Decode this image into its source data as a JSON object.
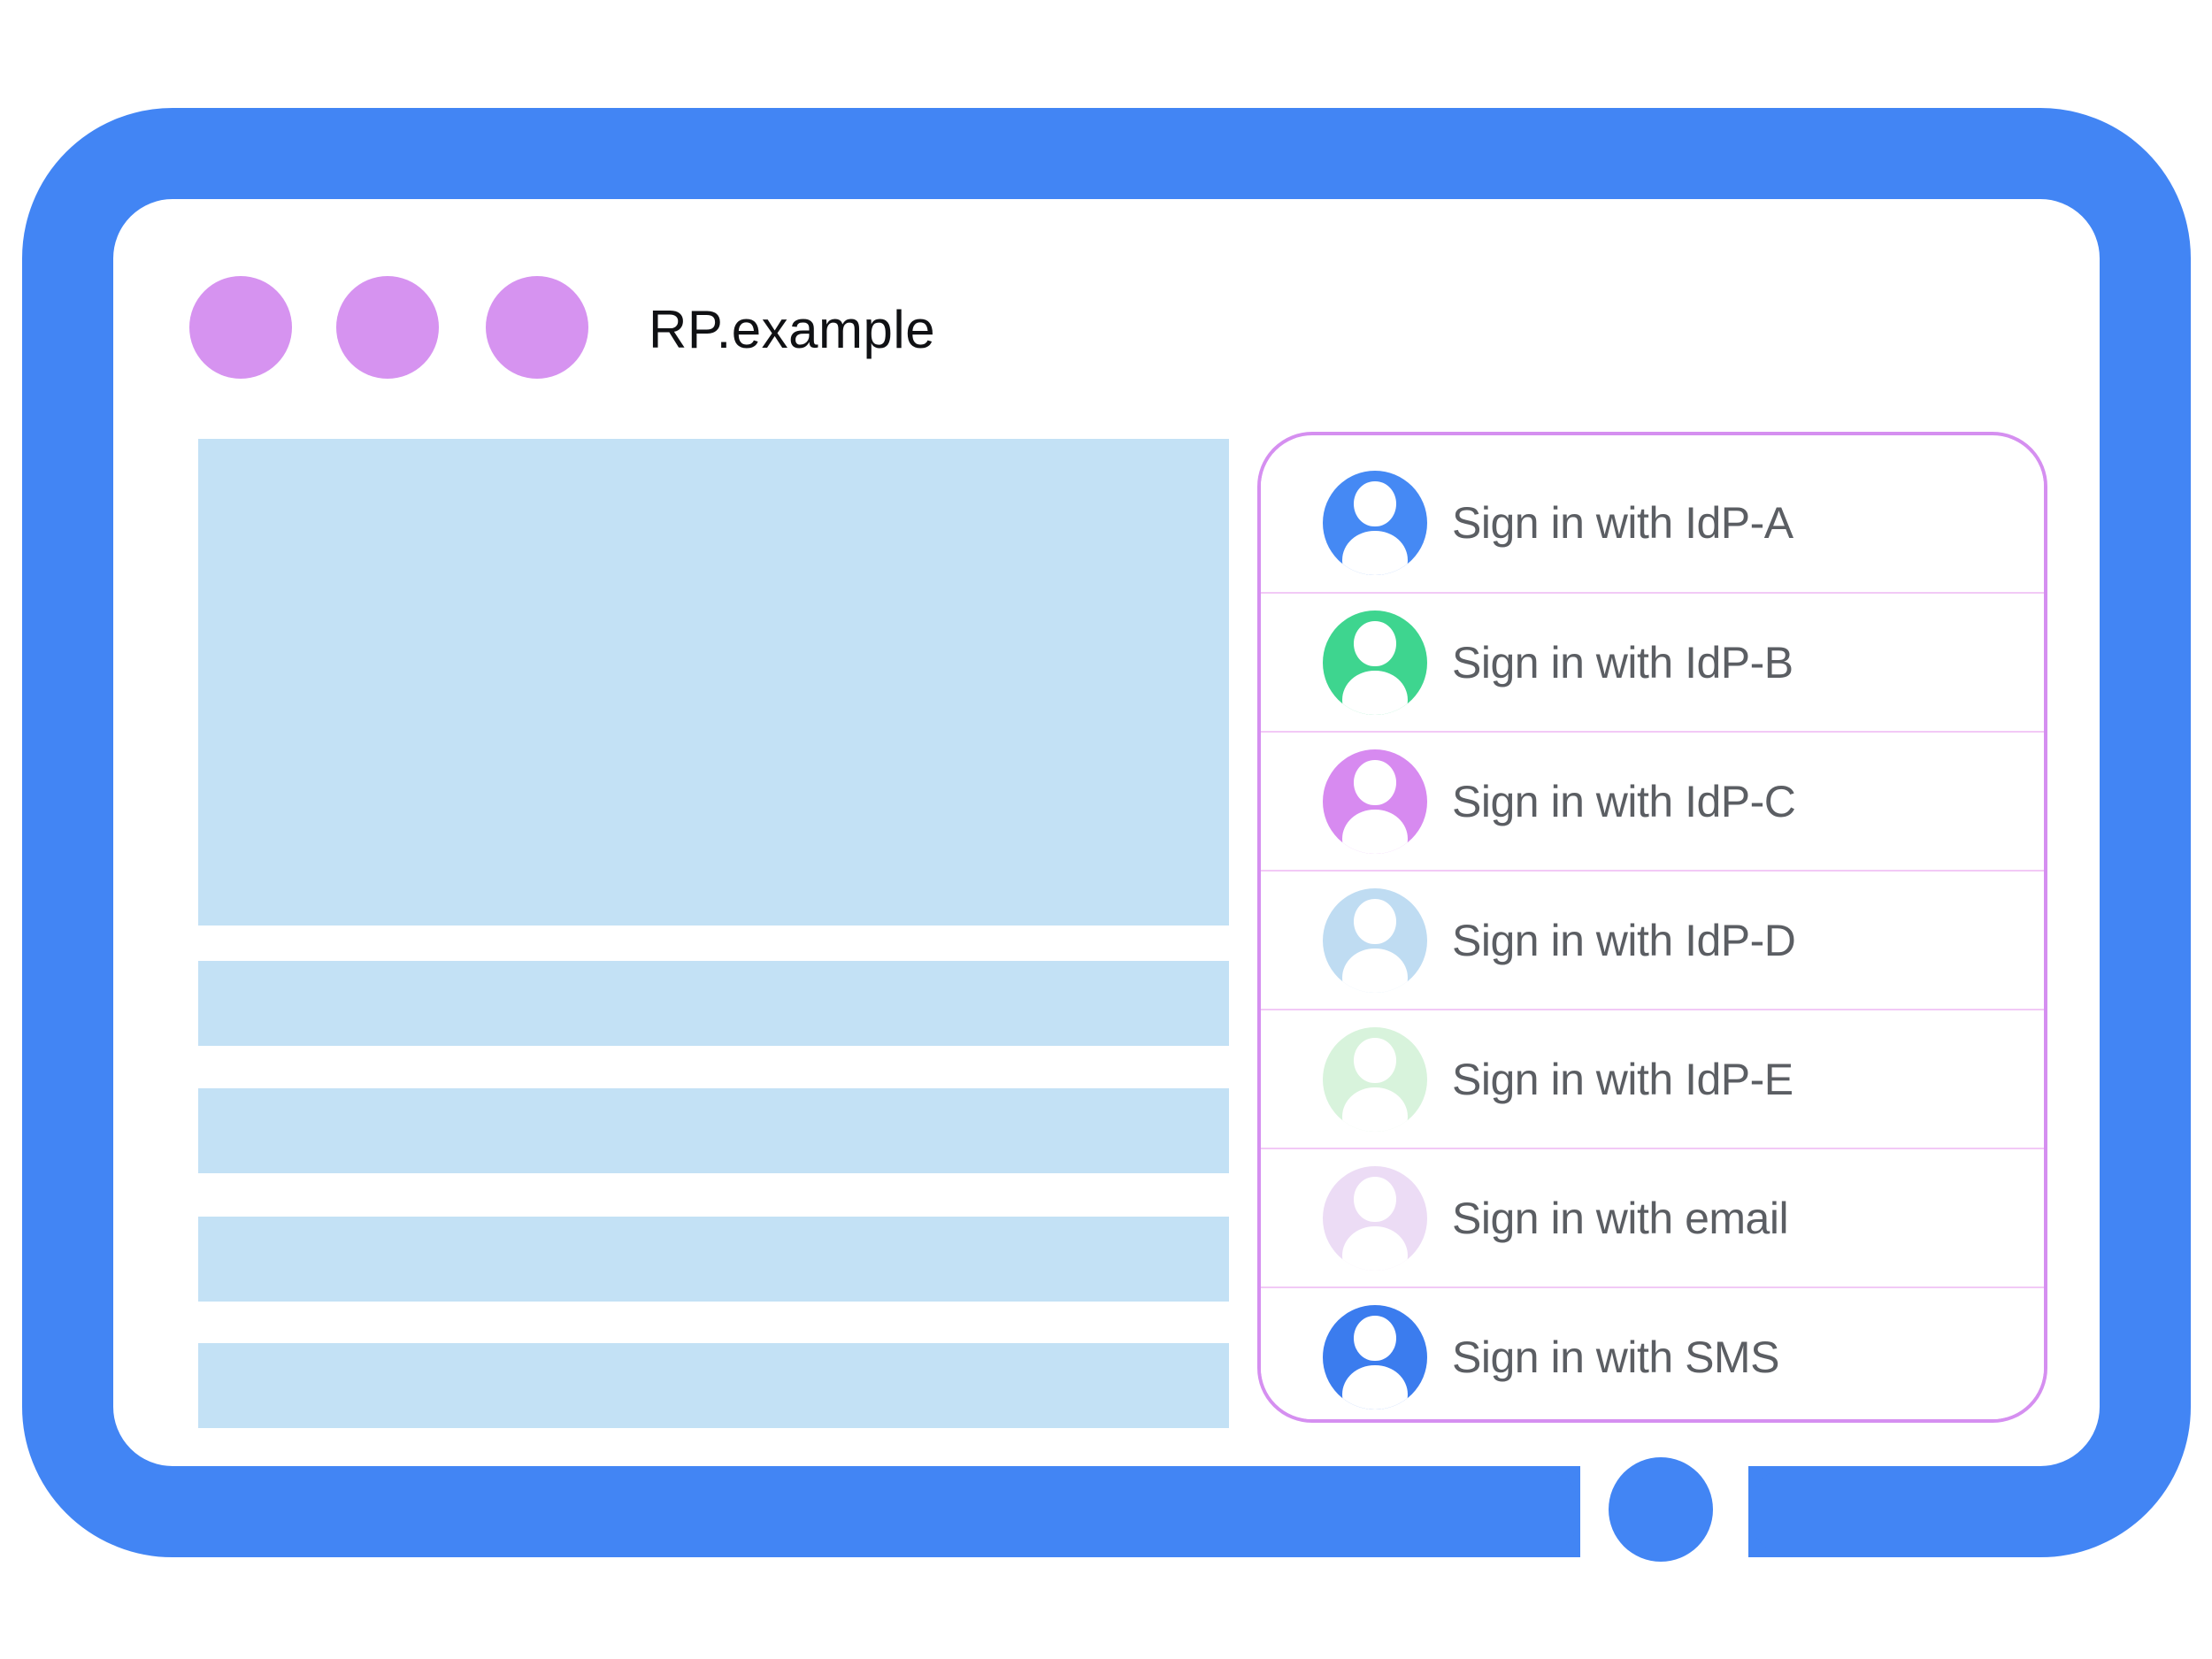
{
  "window": {
    "site_title": "RP.example",
    "frame_color": "#4285f4",
    "window_control_dot_color": "#d693f0",
    "window_control_dots": 3
  },
  "content": {
    "placeholder_color": "#c3e1f5",
    "hero_block": "hero-placeholder",
    "text_line_bars": 4
  },
  "signin_panel": {
    "border_color": "#d58ff0",
    "divider_color": "#f2c9f6",
    "label_color": "#5b5e63",
    "items": [
      {
        "label": "Sign in with IdP-A",
        "avatar_color": "#4589f4"
      },
      {
        "label": "Sign in with IdP-B",
        "avatar_color": "#3ed58f"
      },
      {
        "label": "Sign in with IdP-C",
        "avatar_color": "#d78af0"
      },
      {
        "label": "Sign in with IdP-D",
        "avatar_color": "#bfdcf2"
      },
      {
        "label": "Sign in with IdP-E",
        "avatar_color": "#d8f3dc"
      },
      {
        "label": "Sign in with email",
        "avatar_color": "#ecdcf5"
      },
      {
        "label": "Sign in with SMS",
        "avatar_color": "#3b7cee"
      }
    ]
  },
  "home_button": {
    "color": "#4285f4"
  }
}
